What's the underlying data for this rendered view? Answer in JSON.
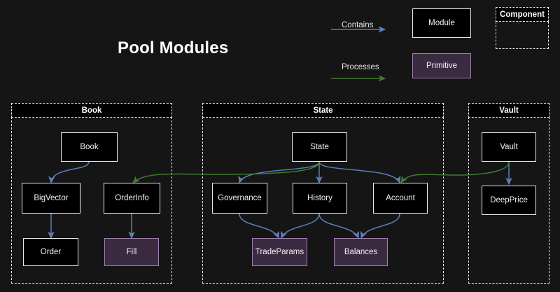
{
  "diagram": {
    "title": "Pool Modules",
    "background_color": "#151515",
    "type": "module-dependency-diagram"
  },
  "legend": {
    "edges": [
      {
        "label": "Contains",
        "color": "#5b7fb5",
        "name": "contains"
      },
      {
        "label": "Processes",
        "color": "#3f7a2e",
        "name": "processes"
      }
    ],
    "nodes": [
      {
        "label": "Module",
        "kind": "module",
        "fill": "#000000",
        "stroke": "#e9e9e9"
      },
      {
        "label": "Primitive",
        "kind": "primitive",
        "fill": "#3b2b40",
        "stroke": "#9e81ab"
      }
    ],
    "component": {
      "label": "Component",
      "kind": "component",
      "stroke": "#e9e9e9"
    }
  },
  "clusters": [
    {
      "id": "book",
      "label": "Book"
    },
    {
      "id": "state",
      "label": "State"
    },
    {
      "id": "vault",
      "label": "Vault"
    }
  ],
  "nodes": [
    {
      "id": "book",
      "label": "Book",
      "kind": "module",
      "cluster": "book"
    },
    {
      "id": "bigvector",
      "label": "BigVector",
      "kind": "module",
      "cluster": "book"
    },
    {
      "id": "orderinfo",
      "label": "OrderInfo",
      "kind": "module",
      "cluster": "book"
    },
    {
      "id": "order",
      "label": "Order",
      "kind": "module",
      "cluster": "book"
    },
    {
      "id": "fill",
      "label": "Fill",
      "kind": "primitive",
      "cluster": "book"
    },
    {
      "id": "state",
      "label": "State",
      "kind": "module",
      "cluster": "state"
    },
    {
      "id": "governance",
      "label": "Governance",
      "kind": "module",
      "cluster": "state"
    },
    {
      "id": "history",
      "label": "History",
      "kind": "module",
      "cluster": "state"
    },
    {
      "id": "account",
      "label": "Account",
      "kind": "module",
      "cluster": "state"
    },
    {
      "id": "tradeparams",
      "label": "TradeParams",
      "kind": "primitive",
      "cluster": "state"
    },
    {
      "id": "balances",
      "label": "Balances",
      "kind": "primitive",
      "cluster": "state"
    },
    {
      "id": "vault",
      "label": "Vault",
      "kind": "module",
      "cluster": "vault"
    },
    {
      "id": "deepprice",
      "label": "DeepPrice",
      "kind": "module",
      "cluster": "vault"
    }
  ],
  "edges": [
    {
      "from": "book",
      "to": "bigvector",
      "type": "contains"
    },
    {
      "from": "bigvector",
      "to": "order",
      "type": "contains"
    },
    {
      "from": "orderinfo",
      "to": "fill",
      "type": "contains"
    },
    {
      "from": "state",
      "to": "governance",
      "type": "contains"
    },
    {
      "from": "state",
      "to": "history",
      "type": "contains"
    },
    {
      "from": "state",
      "to": "account",
      "type": "contains"
    },
    {
      "from": "governance",
      "to": "tradeparams",
      "type": "contains"
    },
    {
      "from": "history",
      "to": "tradeparams",
      "type": "contains"
    },
    {
      "from": "history",
      "to": "balances",
      "type": "contains"
    },
    {
      "from": "account",
      "to": "balances",
      "type": "contains"
    },
    {
      "from": "vault",
      "to": "deepprice",
      "type": "contains"
    },
    {
      "from": "state",
      "to": "orderinfo",
      "type": "processes"
    },
    {
      "from": "vault",
      "to": "account",
      "type": "processes"
    }
  ]
}
